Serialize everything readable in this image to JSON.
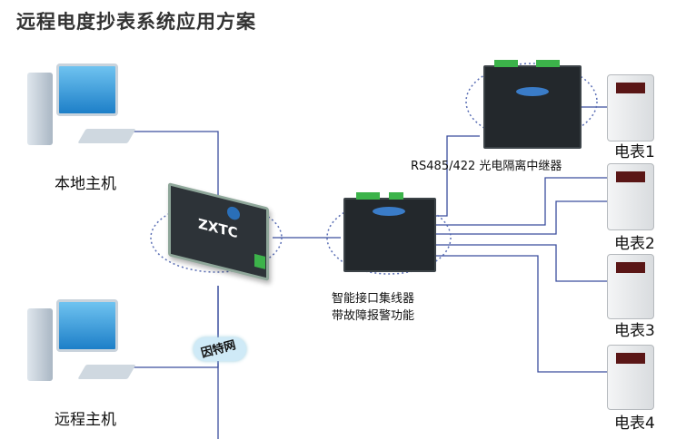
{
  "title": "远程电度抄表系统应用方案",
  "hosts": {
    "local": "本地主机",
    "remote": "远程主机"
  },
  "device_server": {
    "brand": "ZXTC"
  },
  "cloud": {
    "label": "因特网"
  },
  "hub": {
    "line1": "智能接口集线器",
    "line2": "带故障报警功能"
  },
  "repeater": {
    "label": "RS485/422 光电隔离中继器"
  },
  "meters": [
    "电表1",
    "电表2",
    "电表3",
    "电表4"
  ],
  "colors": {
    "line": "#3b4e9e",
    "dotted": "#5b6fb5"
  }
}
